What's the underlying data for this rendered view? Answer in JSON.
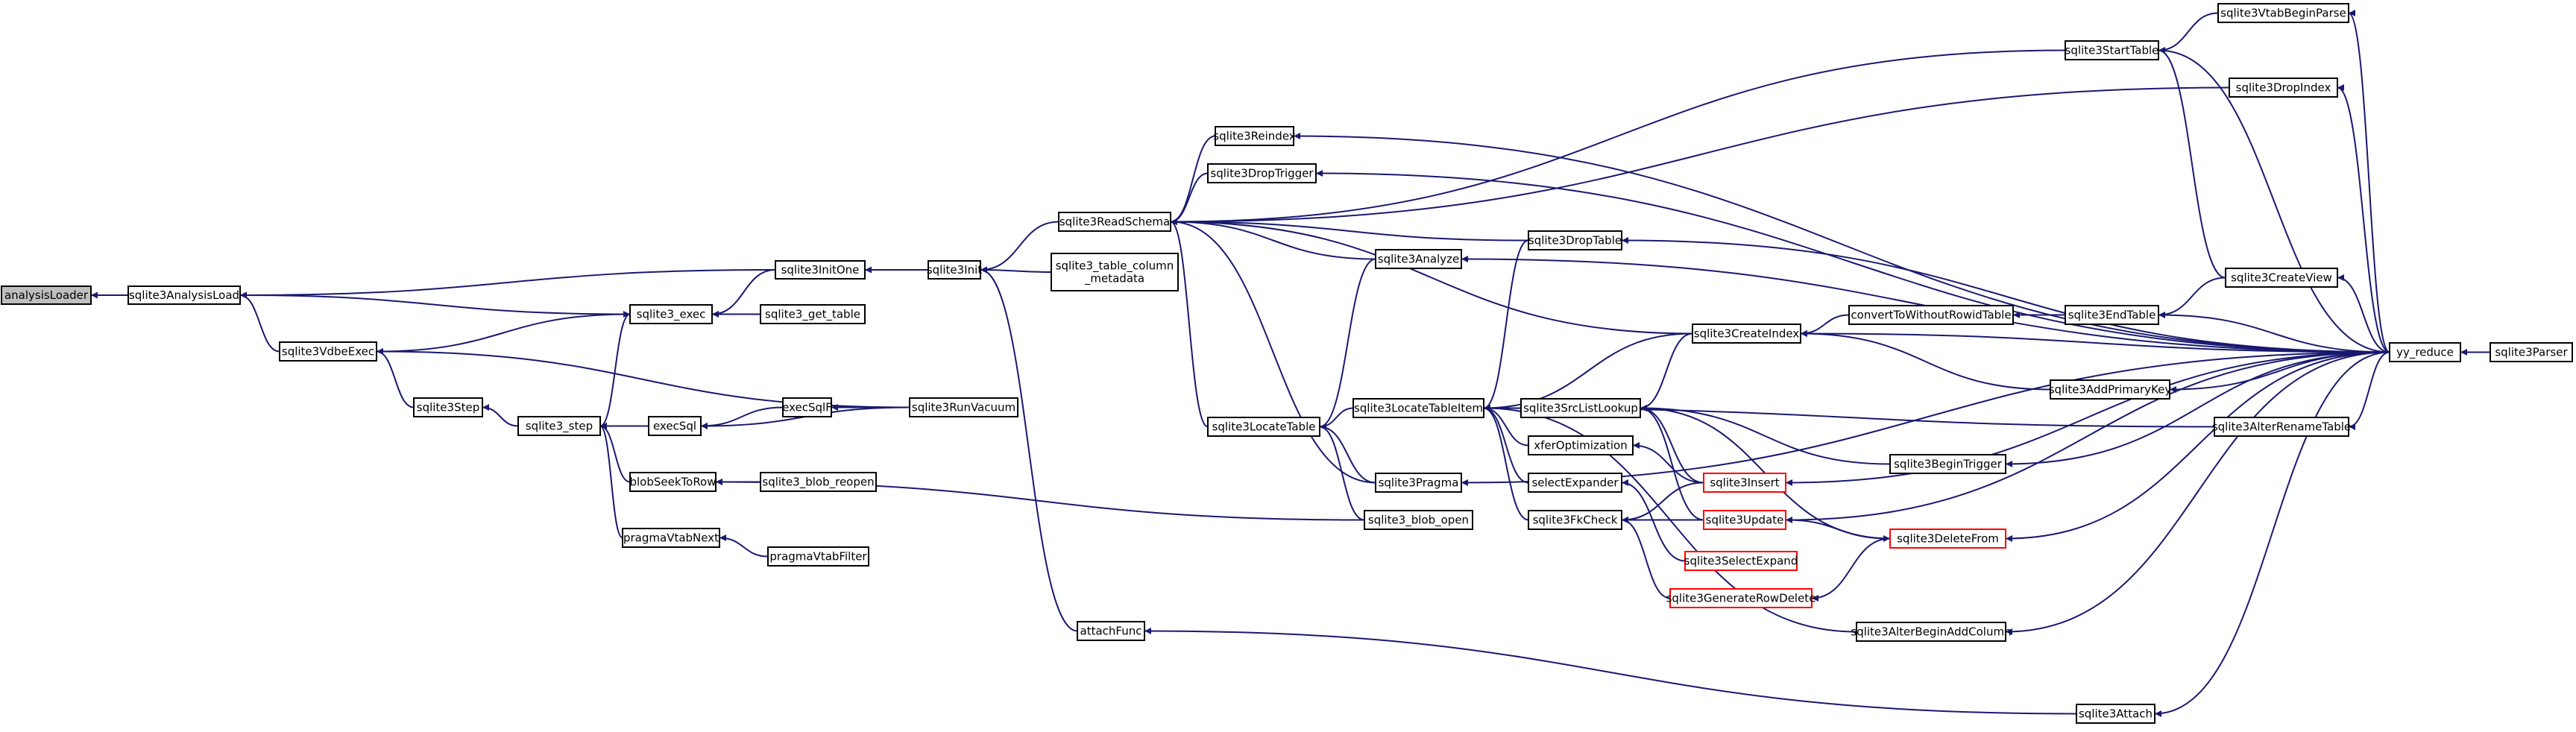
{
  "diagram": {
    "type": "call-graph",
    "colors": {
      "edge": "#191970",
      "node_border": "#000000",
      "truncated_border": "#ff0000",
      "current_fill": "#bfbfbf"
    },
    "nodes": [
      {
        "id": "analysisLoader",
        "label": "analysisLoader",
        "style": "current"
      },
      {
        "id": "sqlite3AnalysisLoad",
        "label": "sqlite3AnalysisLoad"
      },
      {
        "id": "sqlite3VdbeExec",
        "label": "sqlite3VdbeExec"
      },
      {
        "id": "sqlite3Step",
        "label": "sqlite3Step"
      },
      {
        "id": "sqlite3_step",
        "label": "sqlite3_step"
      },
      {
        "id": "sqlite3_exec",
        "label": "sqlite3_exec"
      },
      {
        "id": "sqlite3InitOne",
        "label": "sqlite3InitOne"
      },
      {
        "id": "sqlite3_get_table",
        "label": "sqlite3_get_table"
      },
      {
        "id": "execSql",
        "label": "execSql"
      },
      {
        "id": "execSqlF",
        "label": "execSqlF"
      },
      {
        "id": "sqlite3RunVacuum",
        "label": "sqlite3RunVacuum"
      },
      {
        "id": "blobSeekToRow",
        "label": "blobSeekToRow"
      },
      {
        "id": "sqlite3_blob_reopen",
        "label": "sqlite3_blob_reopen"
      },
      {
        "id": "pragmaVtabNext",
        "label": "pragmaVtabNext"
      },
      {
        "id": "pragmaVtabFilter",
        "label": "pragmaVtabFilter"
      },
      {
        "id": "sqlite3Init",
        "label": "sqlite3Init"
      },
      {
        "id": "sqlite3_table_column_metadata",
        "label": "sqlite3_table_column\n_metadata"
      },
      {
        "id": "attachFunc",
        "label": "attachFunc"
      },
      {
        "id": "sqlite3ReadSchema",
        "label": "sqlite3ReadSchema"
      },
      {
        "id": "sqlite3Reindex",
        "label": "sqlite3Reindex"
      },
      {
        "id": "sqlite3DropTrigger",
        "label": "sqlite3DropTrigger"
      },
      {
        "id": "sqlite3Analyze",
        "label": "sqlite3Analyze"
      },
      {
        "id": "sqlite3LocateTable",
        "label": "sqlite3LocateTable"
      },
      {
        "id": "sqlite3Pragma",
        "label": "sqlite3Pragma"
      },
      {
        "id": "sqlite3_blob_open",
        "label": "sqlite3_blob_open"
      },
      {
        "id": "sqlite3LocateTableItem",
        "label": "sqlite3LocateTableItem"
      },
      {
        "id": "sqlite3DropTable",
        "label": "sqlite3DropTable"
      },
      {
        "id": "xferOptimization",
        "label": "xferOptimization"
      },
      {
        "id": "selectExpander",
        "label": "selectExpander"
      },
      {
        "id": "sqlite3FkCheck",
        "label": "sqlite3FkCheck"
      },
      {
        "id": "sqlite3SrcListLookup",
        "label": "sqlite3SrcListLookup"
      },
      {
        "id": "sqlite3Insert",
        "label": "sqlite3Insert",
        "style": "truncated"
      },
      {
        "id": "sqlite3Update",
        "label": "sqlite3Update",
        "style": "truncated"
      },
      {
        "id": "sqlite3SelectExpand",
        "label": "sqlite3SelectExpand",
        "style": "truncated"
      },
      {
        "id": "sqlite3GenerateRowDelete",
        "label": "sqlite3GenerateRowDelete",
        "style": "truncated"
      },
      {
        "id": "sqlite3CreateIndex",
        "label": "sqlite3CreateIndex"
      },
      {
        "id": "convertToWithoutRowidTable",
        "label": "convertToWithoutRowidTable"
      },
      {
        "id": "sqlite3EndTable",
        "label": "sqlite3EndTable"
      },
      {
        "id": "sqlite3AddPrimaryKey",
        "label": "sqlite3AddPrimaryKey"
      },
      {
        "id": "sqlite3BeginTrigger",
        "label": "sqlite3BeginTrigger"
      },
      {
        "id": "sqlite3DeleteFrom",
        "label": "sqlite3DeleteFrom",
        "style": "truncated"
      },
      {
        "id": "sqlite3AlterBeginAddColumn",
        "label": "sqlite3AlterBeginAddColumn"
      },
      {
        "id": "sqlite3StartTable",
        "label": "sqlite3StartTable"
      },
      {
        "id": "sqlite3VtabBeginParse",
        "label": "sqlite3VtabBeginParse"
      },
      {
        "id": "sqlite3DropIndex",
        "label": "sqlite3DropIndex"
      },
      {
        "id": "sqlite3CreateView",
        "label": "sqlite3CreateView"
      },
      {
        "id": "sqlite3AlterRenameTable",
        "label": "sqlite3AlterRenameTable"
      },
      {
        "id": "sqlite3Attach",
        "label": "sqlite3Attach"
      },
      {
        "id": "yy_reduce",
        "label": "yy_reduce"
      },
      {
        "id": "sqlite3Parser",
        "label": "sqlite3Parser"
      }
    ],
    "edges": [
      {
        "from": "sqlite3AnalysisLoad",
        "to": "analysisLoader"
      },
      {
        "from": "sqlite3InitOne",
        "to": "sqlite3AnalysisLoad"
      },
      {
        "from": "sqlite3_exec",
        "to": "sqlite3AnalysisLoad"
      },
      {
        "from": "sqlite3VdbeExec",
        "to": "sqlite3AnalysisLoad"
      },
      {
        "from": "sqlite3VdbeExec",
        "to": "sqlite3_exec"
      },
      {
        "from": "sqlite3RunVacuum",
        "to": "sqlite3VdbeExec"
      },
      {
        "from": "sqlite3Step",
        "to": "sqlite3VdbeExec"
      },
      {
        "from": "sqlite3_step",
        "to": "sqlite3Step"
      },
      {
        "from": "sqlite3InitOne",
        "to": "sqlite3_exec"
      },
      {
        "from": "sqlite3_get_table",
        "to": "sqlite3_exec"
      },
      {
        "from": "sqlite3_exec",
        "to": "sqlite3_step"
      },
      {
        "from": "execSql",
        "to": "sqlite3_step"
      },
      {
        "from": "blobSeekToRow",
        "to": "sqlite3_step"
      },
      {
        "from": "pragmaVtabNext",
        "to": "sqlite3_step"
      },
      {
        "from": "sqlite3Init",
        "to": "sqlite3InitOne"
      },
      {
        "from": "execSqlF",
        "to": "execSql"
      },
      {
        "from": "sqlite3RunVacuum",
        "to": "execSql"
      },
      {
        "from": "sqlite3RunVacuum",
        "to": "execSqlF"
      },
      {
        "from": "sqlite3_blob_reopen",
        "to": "blobSeekToRow"
      },
      {
        "from": "sqlite3_blob_open",
        "to": "blobSeekToRow"
      },
      {
        "from": "pragmaVtabFilter",
        "to": "pragmaVtabNext"
      },
      {
        "from": "sqlite3ReadSchema",
        "to": "sqlite3Init"
      },
      {
        "from": "sqlite3_table_column_metadata",
        "to": "sqlite3Init"
      },
      {
        "from": "attachFunc",
        "to": "sqlite3Init"
      },
      {
        "from": "sqlite3StartTable",
        "to": "sqlite3ReadSchema"
      },
      {
        "from": "sqlite3DropIndex",
        "to": "sqlite3ReadSchema"
      },
      {
        "from": "sqlite3Reindex",
        "to": "sqlite3ReadSchema"
      },
      {
        "from": "sqlite3DropTrigger",
        "to": "sqlite3ReadSchema"
      },
      {
        "from": "sqlite3DropTable",
        "to": "sqlite3ReadSchema"
      },
      {
        "from": "sqlite3Analyze",
        "to": "sqlite3ReadSchema"
      },
      {
        "from": "sqlite3CreateIndex",
        "to": "sqlite3ReadSchema"
      },
      {
        "from": "sqlite3LocateTable",
        "to": "sqlite3ReadSchema"
      },
      {
        "from": "sqlite3Pragma",
        "to": "sqlite3ReadSchema"
      },
      {
        "from": "sqlite3Analyze",
        "to": "sqlite3LocateTable"
      },
      {
        "from": "sqlite3Pragma",
        "to": "sqlite3LocateTable"
      },
      {
        "from": "sqlite3_blob_open",
        "to": "sqlite3LocateTable"
      },
      {
        "from": "sqlite3LocateTableItem",
        "to": "sqlite3LocateTable"
      },
      {
        "from": "sqlite3DropTable",
        "to": "sqlite3LocateTableItem"
      },
      {
        "from": "sqlite3CreateIndex",
        "to": "sqlite3LocateTableItem"
      },
      {
        "from": "sqlite3SrcListLookup",
        "to": "sqlite3LocateTableItem"
      },
      {
        "from": "xferOptimization",
        "to": "sqlite3LocateTableItem"
      },
      {
        "from": "selectExpander",
        "to": "sqlite3LocateTableItem"
      },
      {
        "from": "sqlite3FkCheck",
        "to": "sqlite3LocateTableItem"
      },
      {
        "from": "sqlite3AlterRenameTable",
        "to": "sqlite3LocateTableItem"
      },
      {
        "from": "sqlite3AlterBeginAddColumn",
        "to": "sqlite3LocateTableItem"
      },
      {
        "from": "sqlite3CreateIndex",
        "to": "sqlite3SrcListLookup"
      },
      {
        "from": "sqlite3Insert",
        "to": "sqlite3SrcListLookup"
      },
      {
        "from": "sqlite3Update",
        "to": "sqlite3SrcListLookup"
      },
      {
        "from": "sqlite3DeleteFrom",
        "to": "sqlite3SrcListLookup"
      },
      {
        "from": "sqlite3BeginTrigger",
        "to": "sqlite3SrcListLookup"
      },
      {
        "from": "sqlite3Insert",
        "to": "xferOptimization"
      },
      {
        "from": "sqlite3SelectExpand",
        "to": "selectExpander"
      },
      {
        "from": "sqlite3Insert",
        "to": "sqlite3FkCheck"
      },
      {
        "from": "sqlite3Update",
        "to": "sqlite3FkCheck"
      },
      {
        "from": "sqlite3GenerateRowDelete",
        "to": "sqlite3FkCheck"
      },
      {
        "from": "sqlite3DeleteFrom",
        "to": "sqlite3GenerateRowDelete"
      },
      {
        "from": "sqlite3Update",
        "to": "sqlite3DeleteFrom"
      },
      {
        "from": "convertToWithoutRowidTable",
        "to": "sqlite3CreateIndex"
      },
      {
        "from": "sqlite3AddPrimaryKey",
        "to": "sqlite3CreateIndex"
      },
      {
        "from": "yy_reduce",
        "to": "sqlite3CreateIndex"
      },
      {
        "from": "sqlite3EndTable",
        "to": "convertToWithoutRowidTable"
      },
      {
        "from": "sqlite3CreateView",
        "to": "sqlite3EndTable"
      },
      {
        "from": "yy_reduce",
        "to": "sqlite3EndTable"
      },
      {
        "from": "sqlite3CreateView",
        "to": "sqlite3StartTable"
      },
      {
        "from": "sqlite3VtabBeginParse",
        "to": "sqlite3StartTable"
      },
      {
        "from": "yy_reduce",
        "to": "sqlite3StartTable"
      },
      {
        "from": "yy_reduce",
        "to": "sqlite3VtabBeginParse"
      },
      {
        "from": "yy_reduce",
        "to": "sqlite3DropIndex"
      },
      {
        "from": "yy_reduce",
        "to": "sqlite3Reindex"
      },
      {
        "from": "yy_reduce",
        "to": "sqlite3DropTrigger"
      },
      {
        "from": "yy_reduce",
        "to": "sqlite3Analyze"
      },
      {
        "from": "yy_reduce",
        "to": "sqlite3DropTable"
      },
      {
        "from": "yy_reduce",
        "to": "sqlite3CreateView"
      },
      {
        "from": "yy_reduce",
        "to": "sqlite3AddPrimaryKey"
      },
      {
        "from": "yy_reduce",
        "to": "sqlite3AlterRenameTable"
      },
      {
        "from": "yy_reduce",
        "to": "sqlite3BeginTrigger"
      },
      {
        "from": "yy_reduce",
        "to": "sqlite3Insert"
      },
      {
        "from": "yy_reduce",
        "to": "sqlite3Update"
      },
      {
        "from": "yy_reduce",
        "to": "sqlite3DeleteFrom"
      },
      {
        "from": "yy_reduce",
        "to": "sqlite3AlterBeginAddColumn"
      },
      {
        "from": "yy_reduce",
        "to": "sqlite3Pragma"
      },
      {
        "from": "yy_reduce",
        "to": "sqlite3Attach"
      },
      {
        "from": "sqlite3Attach",
        "to": "attachFunc"
      },
      {
        "from": "sqlite3Parser",
        "to": "yy_reduce"
      }
    ]
  }
}
